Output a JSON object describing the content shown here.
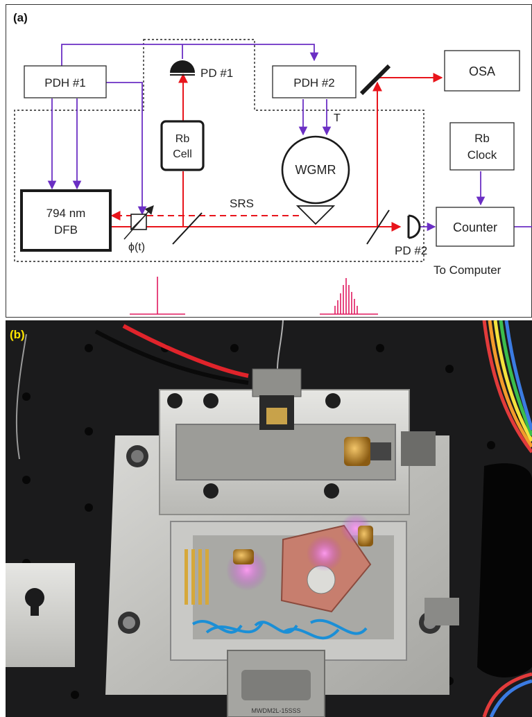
{
  "panel_a": {
    "label": "(a)",
    "blocks": {
      "pdh1": "PDH #1",
      "pdh2": "PDH #2",
      "osa": "OSA",
      "rb_cell_line1": "Rb",
      "rb_cell_line2": "Cell",
      "rb_clock_line1": "Rb",
      "rb_clock_line2": "Clock",
      "wgmr": "WGMR",
      "dfb_line1": "794 nm",
      "dfb_line2": "DFB",
      "counter": "Counter"
    },
    "labels": {
      "pd1": "PD #1",
      "pd2": "PD #2",
      "srs": "SRS",
      "phase": "ϕ(t)",
      "t": "T",
      "to_computer": "To Computer"
    },
    "colors": {
      "laser": "#e8141b",
      "control": "#6b2fc4",
      "spectrum": "#e0195f",
      "outline": "#2a2a2a"
    }
  },
  "panel_b": {
    "label": "(b)",
    "label_color": "#ffe600",
    "connector_text": "MWDM2L-15SSS"
  }
}
